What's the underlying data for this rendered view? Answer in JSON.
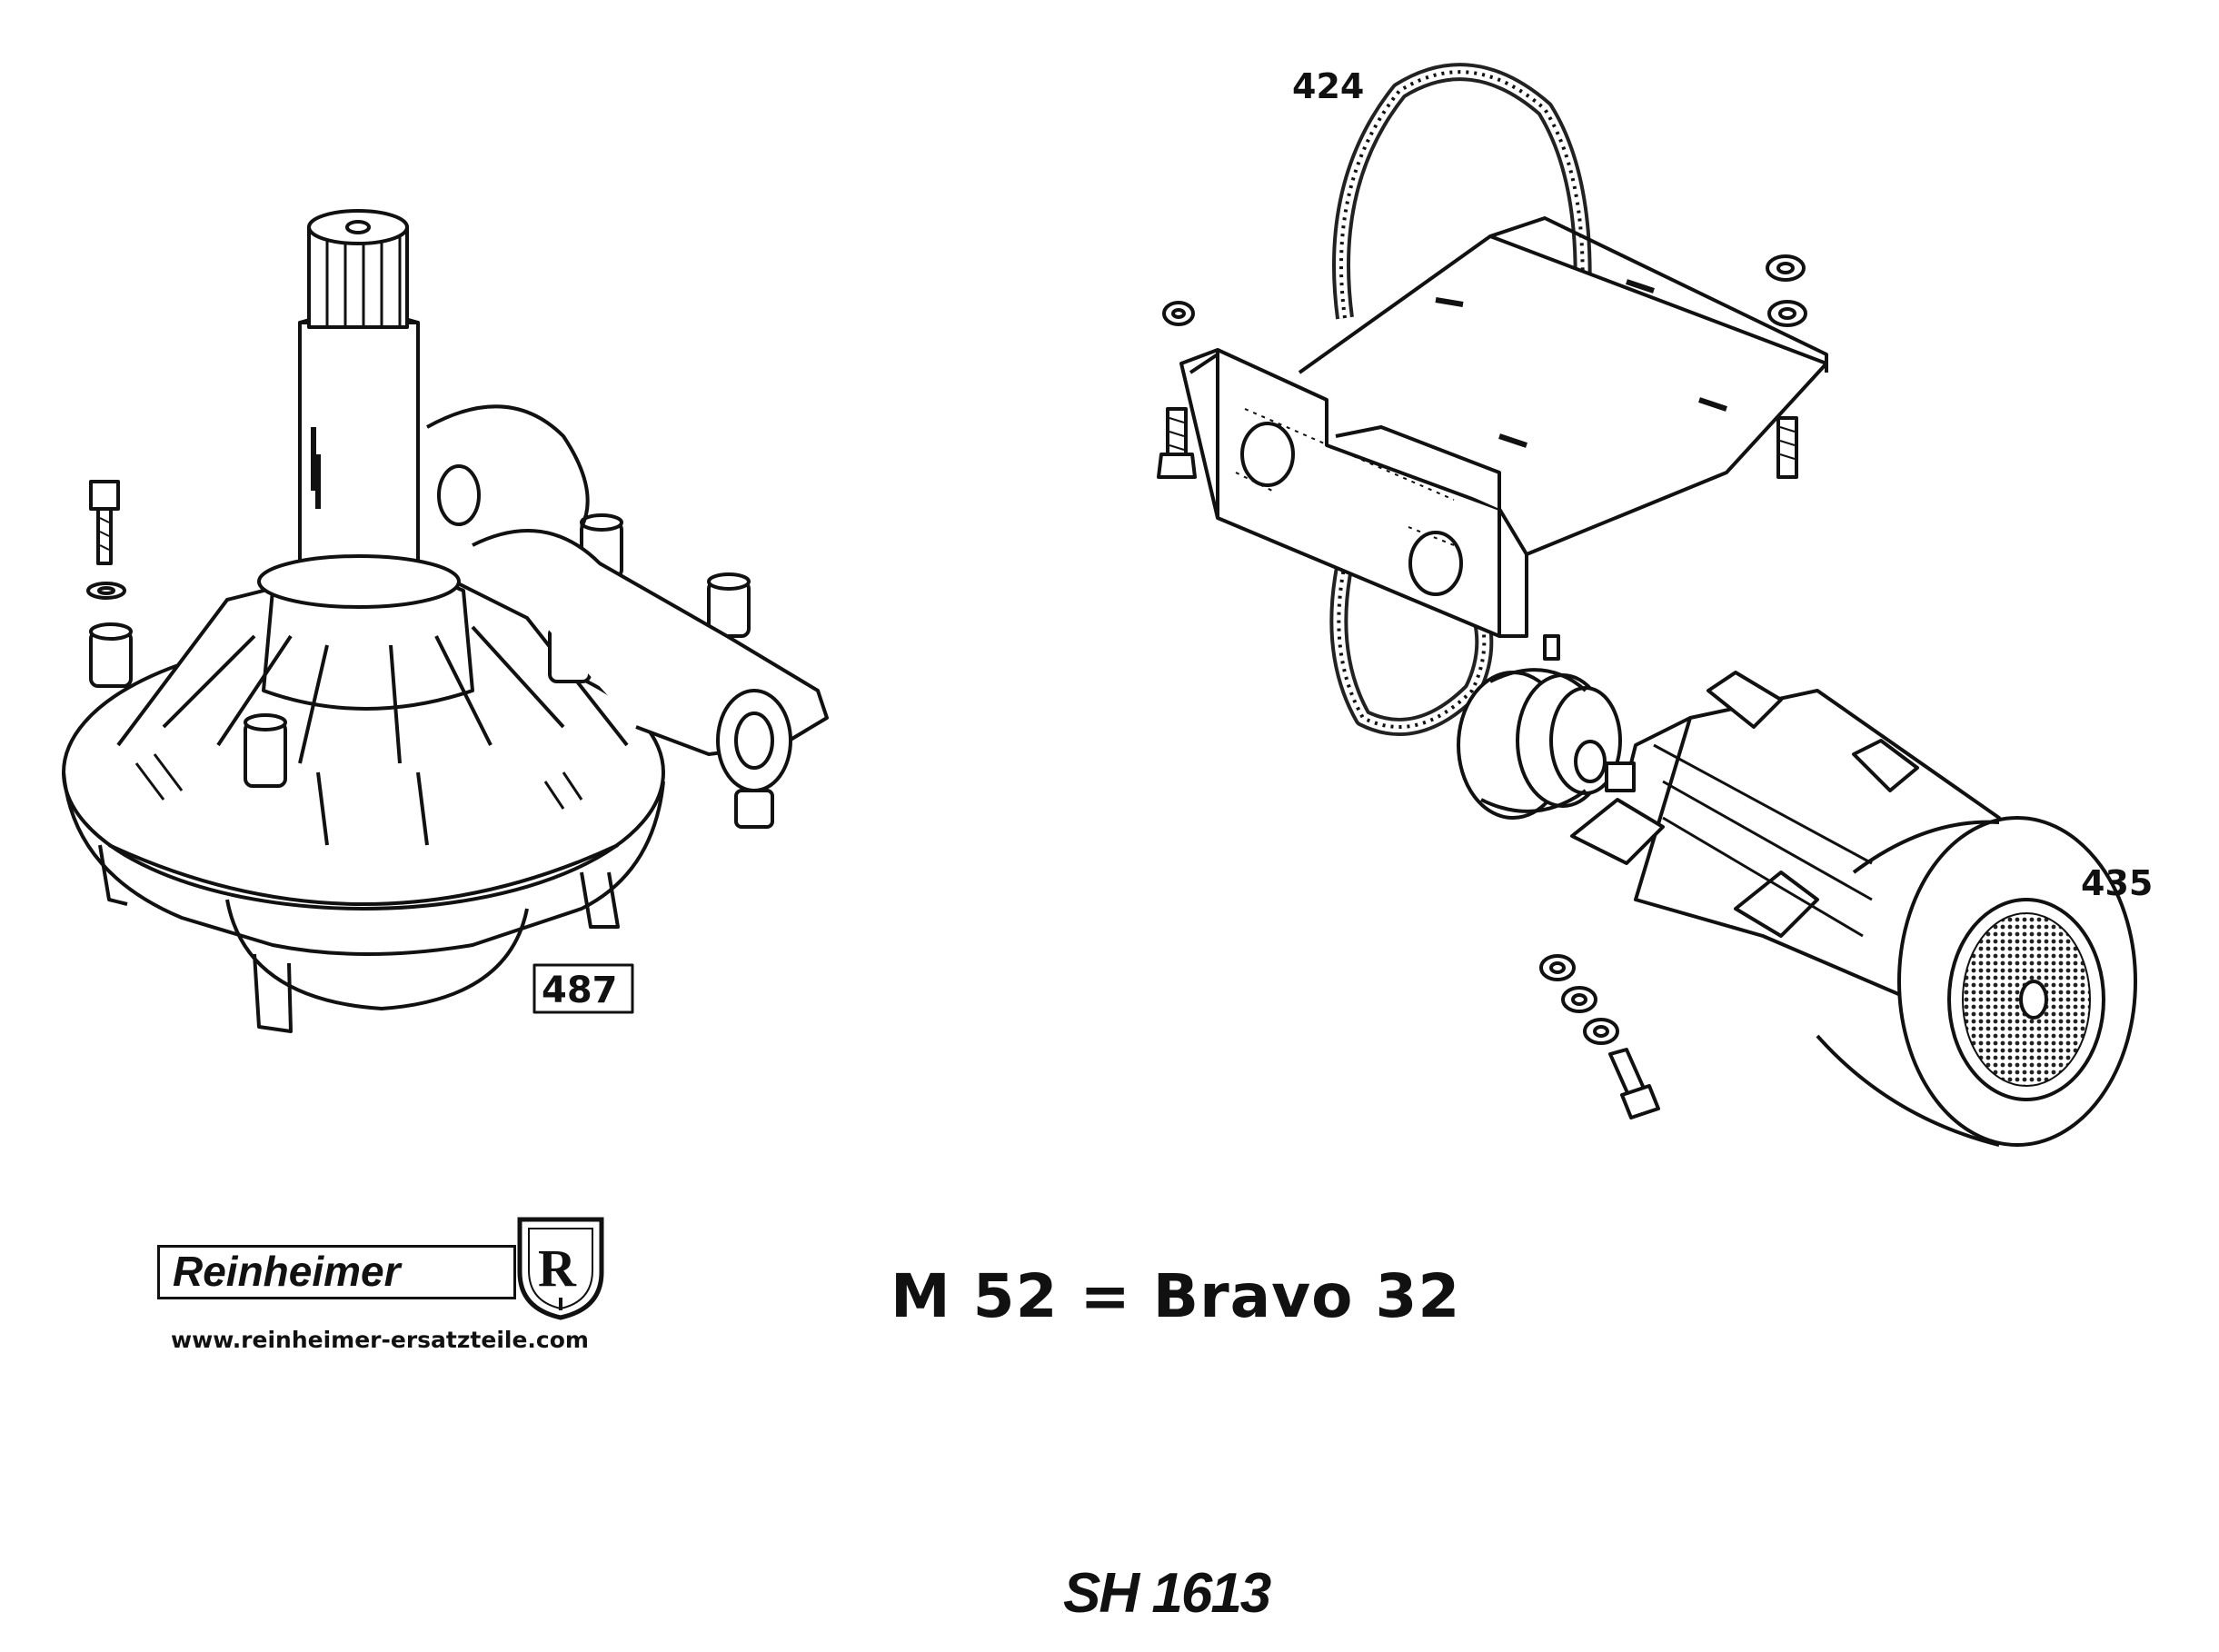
{
  "parts": {
    "gearbox_number": "487",
    "belt_number": "424",
    "motor_number": "435"
  },
  "title": "M 52 = Bravo 32",
  "logo": {
    "brand": "Reinheimer",
    "emblem_letter": "R",
    "website": "www.reinheimer-ersatzteile.com"
  },
  "sheet_code": "SH 1613"
}
